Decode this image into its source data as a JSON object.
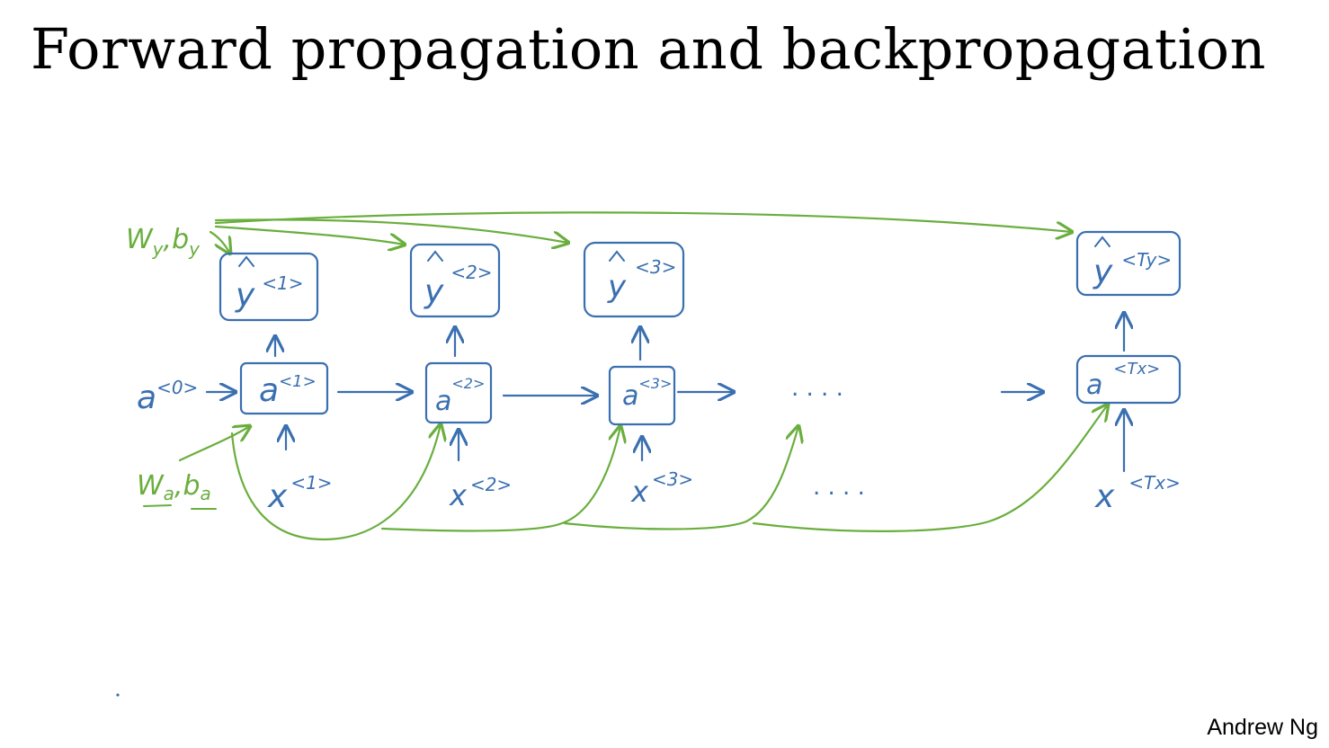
{
  "slide": {
    "title": "Forward propagation and backpropagation",
    "author": "Andrew Ng"
  },
  "colors": {
    "ink_blue": "#3a6fb0",
    "ink_green": "#6aae3e",
    "text_black": "#000000",
    "background": "#ffffff"
  },
  "diagram": {
    "output_params": {
      "w": "W",
      "w_sub": "y",
      "b": "b",
      "b_sub": "y"
    },
    "activation_params": {
      "w": "W",
      "w_sub": "a",
      "b": "b",
      "b_sub": "a"
    },
    "initial_activation": {
      "symbol": "a",
      "superscript": "<0>"
    },
    "outputs": [
      {
        "symbol": "y",
        "superscript": "<1>"
      },
      {
        "symbol": "y",
        "superscript": "<2>"
      },
      {
        "symbol": "y",
        "superscript": "<3>"
      },
      {
        "symbol": "y",
        "superscript": "<Ty>"
      }
    ],
    "activations": [
      {
        "symbol": "a",
        "superscript": "<1>"
      },
      {
        "symbol": "a",
        "superscript": "<2>"
      },
      {
        "symbol": "a",
        "superscript": "<3>"
      },
      {
        "symbol": "a",
        "superscript": "<Tx>"
      }
    ],
    "inputs": [
      {
        "symbol": "x",
        "superscript": "<1>"
      },
      {
        "symbol": "x",
        "superscript": "<2>"
      },
      {
        "symbol": "x",
        "superscript": "<3>"
      },
      {
        "symbol": "x",
        "superscript": "<Tx>"
      }
    ],
    "ellipsis_activation": ". . . .",
    "ellipsis_input": ". . . ."
  }
}
